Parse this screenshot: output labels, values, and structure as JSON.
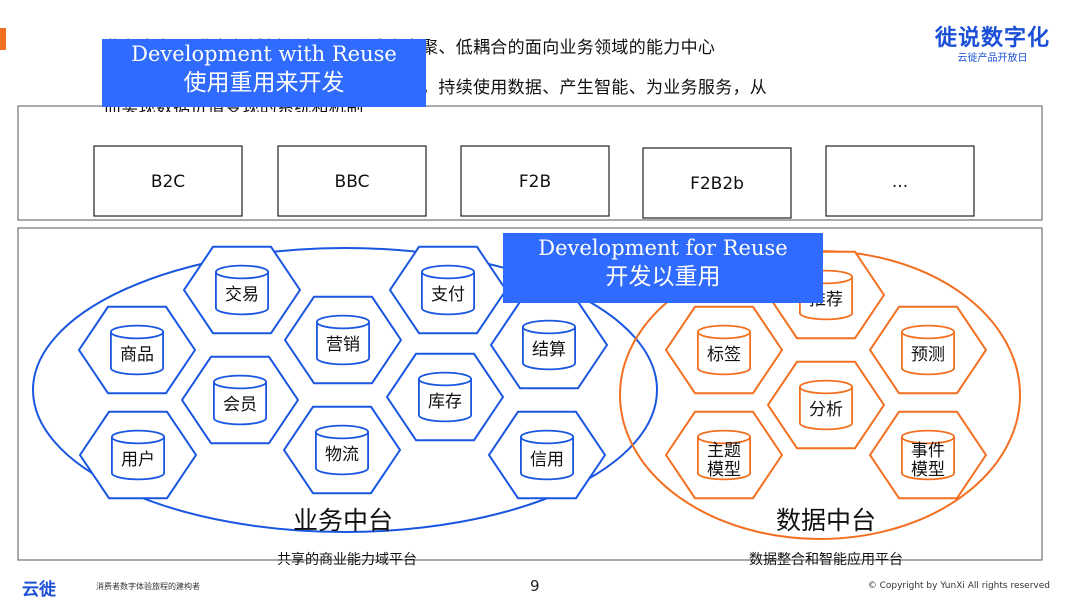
{
  "header": {
    "line1": "业务中台 从业务领域拆分出用，形成高内聚、低耦合的面向业务领域的能力中心",
    "line2": "数据中台 把数据汇聚加工，变成数据资产，持续使用数据、产生智能、为业务服务，从",
    "line3": "而实现数据价值变现的系统和机制"
  },
  "brand": {
    "name": "徙说数字化",
    "sub": "云徙产品开放日"
  },
  "overlays": {
    "with_reuse": {
      "en": "Development with Reuse",
      "cn": "使用重用来开发"
    },
    "for_reuse": {
      "en": "Development for Reuse",
      "cn": "开发以重用"
    }
  },
  "channels": [
    "B2C",
    "BBC",
    "F2B",
    "F2B2b",
    "..."
  ],
  "business_platform": {
    "title": "业务中台",
    "caption": "共享的商业能力域平台",
    "capabilities": [
      "交易",
      "支付",
      "商品",
      "营销",
      "结算",
      "会员",
      "库存",
      "用户",
      "物流",
      "信用"
    ]
  },
  "data_platform": {
    "title": "数据中台",
    "caption": "数据整合和智能应用平台",
    "capabilities": [
      "推荐",
      "标签",
      "预测",
      "分析",
      "主题\n模型",
      "事件\n模型"
    ]
  },
  "colors": {
    "blue": "#1a56e0",
    "orange": "#f37021",
    "overlay": "#2f6bff"
  },
  "footer": {
    "logo": "云徙",
    "tagline": "消费者数字体验旅程的建构者",
    "page": "9",
    "copyright": "© Copyright by YunXi All rights reserved"
  }
}
